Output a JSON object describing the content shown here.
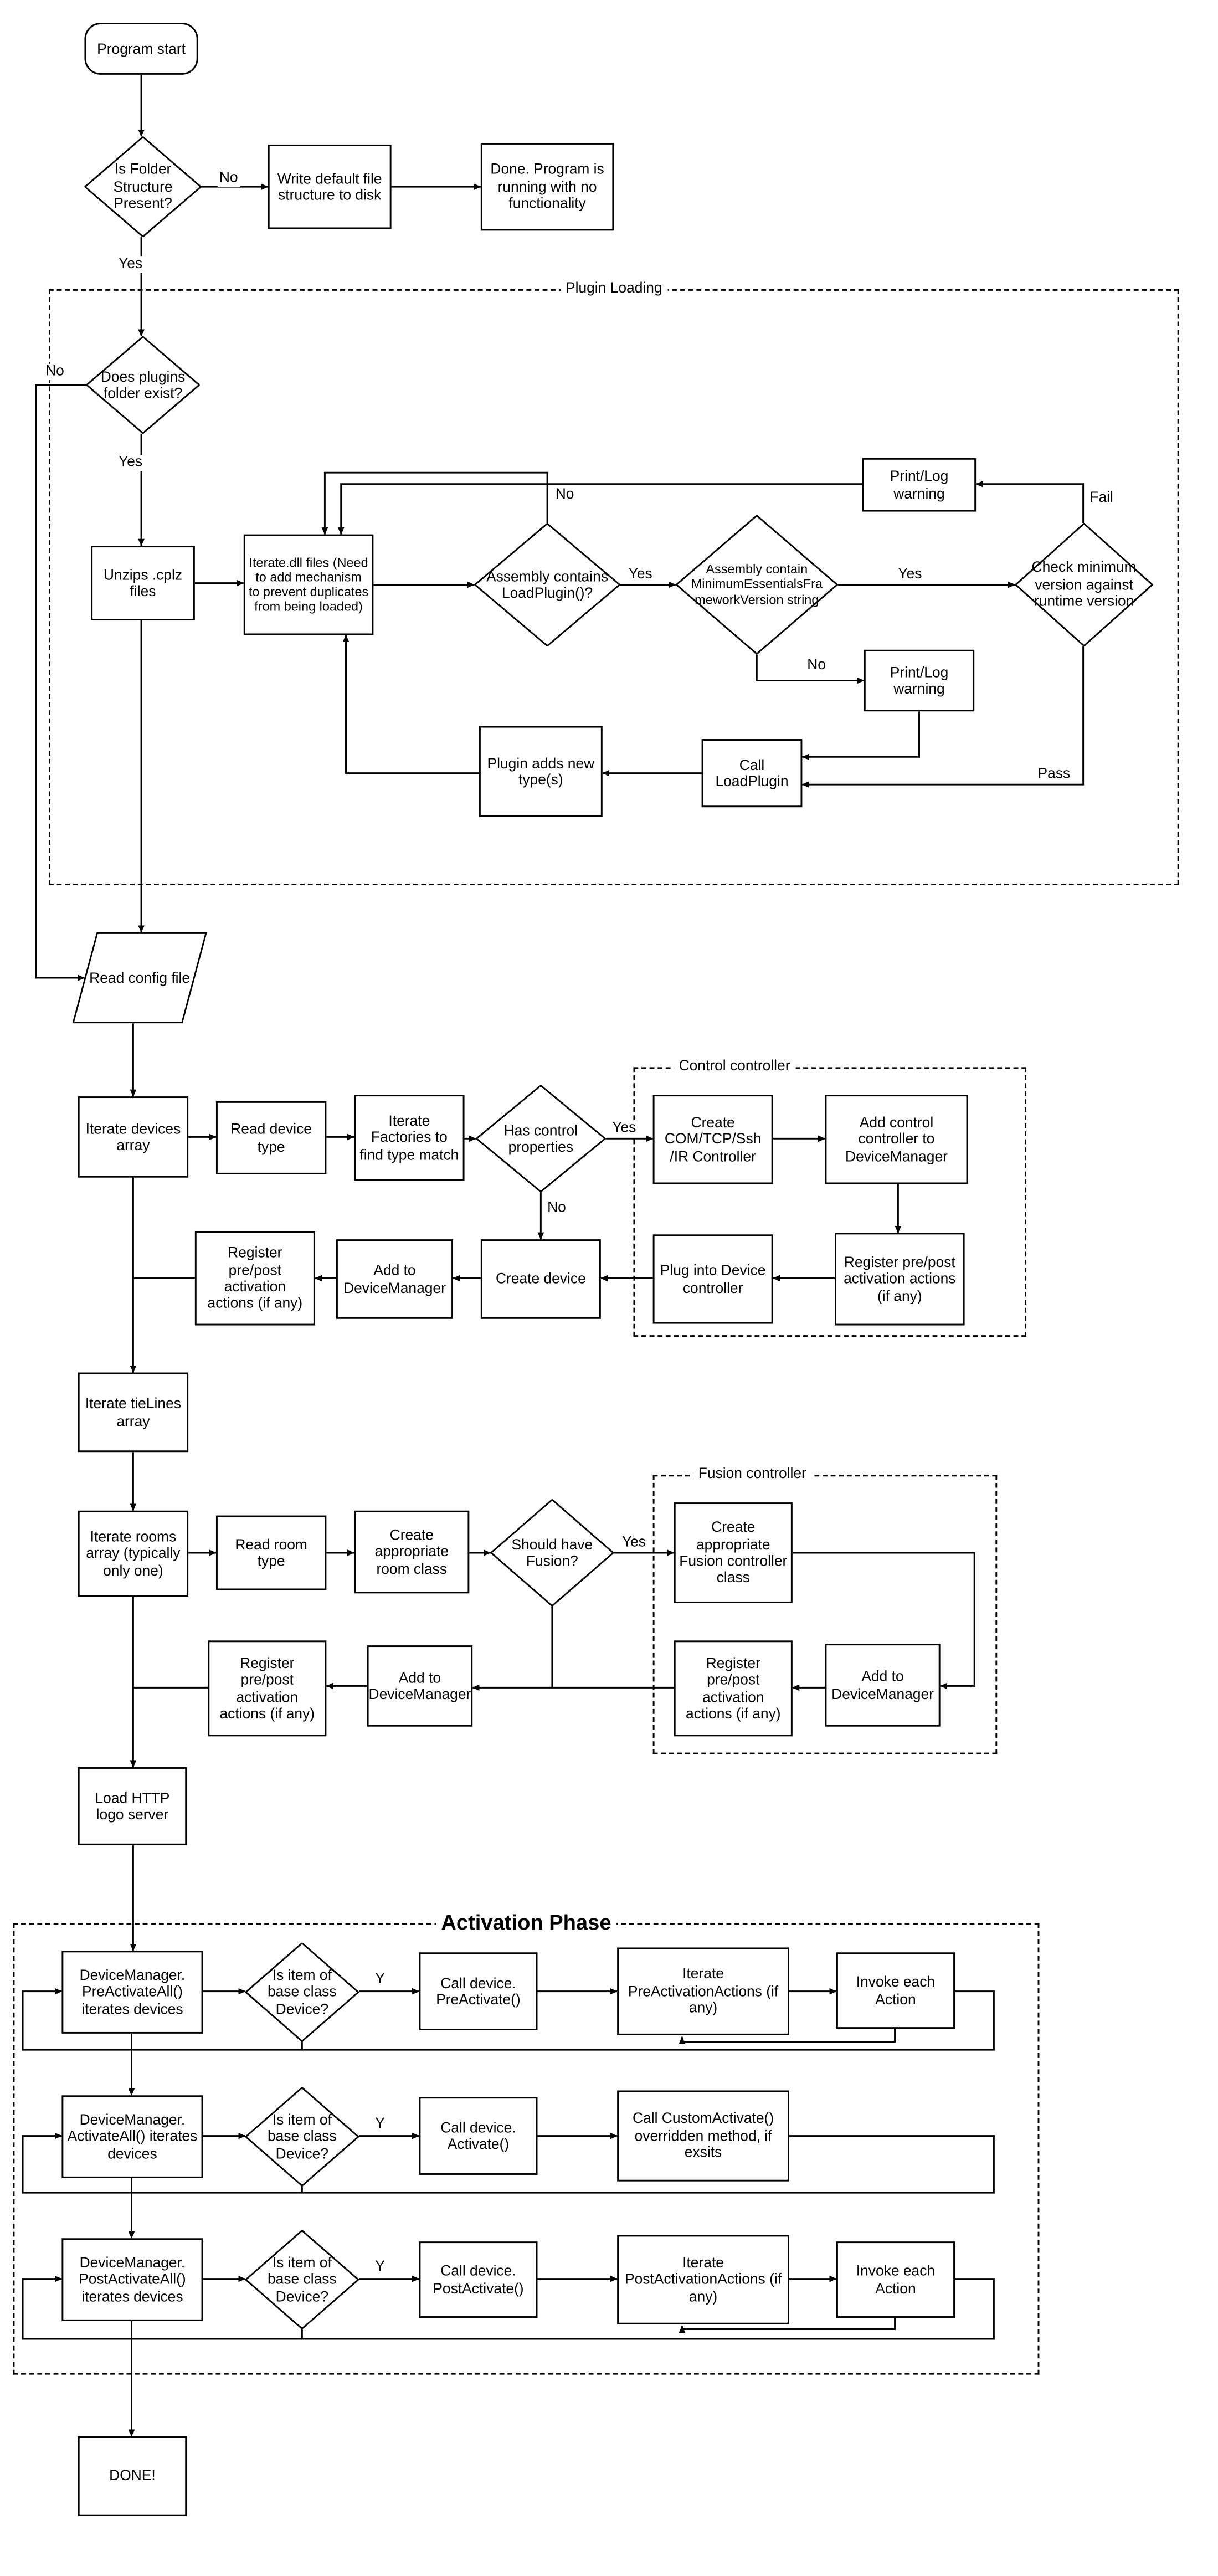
{
  "containers": {
    "plugin_loading": "Plugin Loading",
    "control_controller": "Control controller",
    "fusion_controller": "Fusion controller",
    "activation_phase": "Activation Phase"
  },
  "edge_labels": {
    "yes": "Yes",
    "no": "No",
    "y": "Y",
    "fail": "Fail",
    "pass": "Pass"
  },
  "nodes": {
    "program_start": "Program start",
    "folder_check": "Is Folder Structure Present?",
    "write_default": "Write default file structure to disk",
    "done_no_functionality": "Done.  Program is running with no functionality",
    "plugins_folder_check": "Does plugins folder exist?",
    "unzip_cplz": "Unzips .cplz files",
    "iterate_dll": "Iterate.dll files (Need to add mechanism to prevent duplicates from being loaded)",
    "assembly_loadplugin": "Assembly contains LoadPlugin()?",
    "assembly_minver": "Assembly contain MinimumEssentialsFrameworkVersion string",
    "check_minver": "Check minimum version against runtime version",
    "warning_top": "Print/Log warning",
    "warning_bottom": "Print/Log warning",
    "call_loadplugin": "Call LoadPlugin",
    "plugin_adds_types": "Plugin adds new type(s)",
    "read_config": "Read config file",
    "iterate_devices": "Iterate devices array",
    "read_device_type": "Read device type",
    "iterate_factories": "Iterate Factories to find type match",
    "has_control_props": "Has control properties",
    "create_com_controller": "Create COM/TCP/Ssh /IR Controller",
    "add_control_controller": "Add control controller to DeviceManager",
    "register_control_actions": "Register pre/post activation actions (if any)",
    "plug_into_device": "Plug into Device controller",
    "create_device": "Create device",
    "add_to_devicemanager_device": "Add to DeviceManager",
    "register_device_actions": "Register pre/post activation actions (if any)",
    "iterate_tielines": "Iterate tieLines array",
    "iterate_rooms": "Iterate rooms array (typically only one)",
    "read_room_type": "Read room type",
    "create_room_class": "Create appropriate room class",
    "should_have_fusion": "Should have Fusion?",
    "create_fusion_class": "Create appropriate Fusion controller class",
    "add_to_devicemanager_fusion": "Add to DeviceManager",
    "register_fusion_actions": "Register pre/post activation actions (if any)",
    "add_to_devicemanager_room": "Add to DeviceManager",
    "register_room_actions": "Register pre/post activation actions (if any)",
    "load_http_logo": "Load HTTP logo server",
    "preactivateall": "DeviceManager. PreActivateAll() iterates devices",
    "is_base_device_1": "Is item of base class Device?",
    "call_preactivate": "Call device. PreActivate()",
    "iterate_preactions": "Iterate PreActivationActions (if any)",
    "invoke_each_action_1": "Invoke each Action",
    "activateall": "DeviceManager. ActivateAll() iterates devices",
    "is_base_device_2": "Is item of base class Device?",
    "call_activate": "Call device. Activate()",
    "call_customactivate": "Call CustomActivate() overridden method, if exsits",
    "postactivateall": "DeviceManager. PostActivateAll() iterates devices",
    "is_base_device_3": "Is item of base class Device?",
    "call_postactivate": "Call device. PostActivate()",
    "iterate_postactions": "Iterate PostActivationActions (if any)",
    "invoke_each_action_2": "Invoke each Action",
    "done": "DONE!"
  }
}
